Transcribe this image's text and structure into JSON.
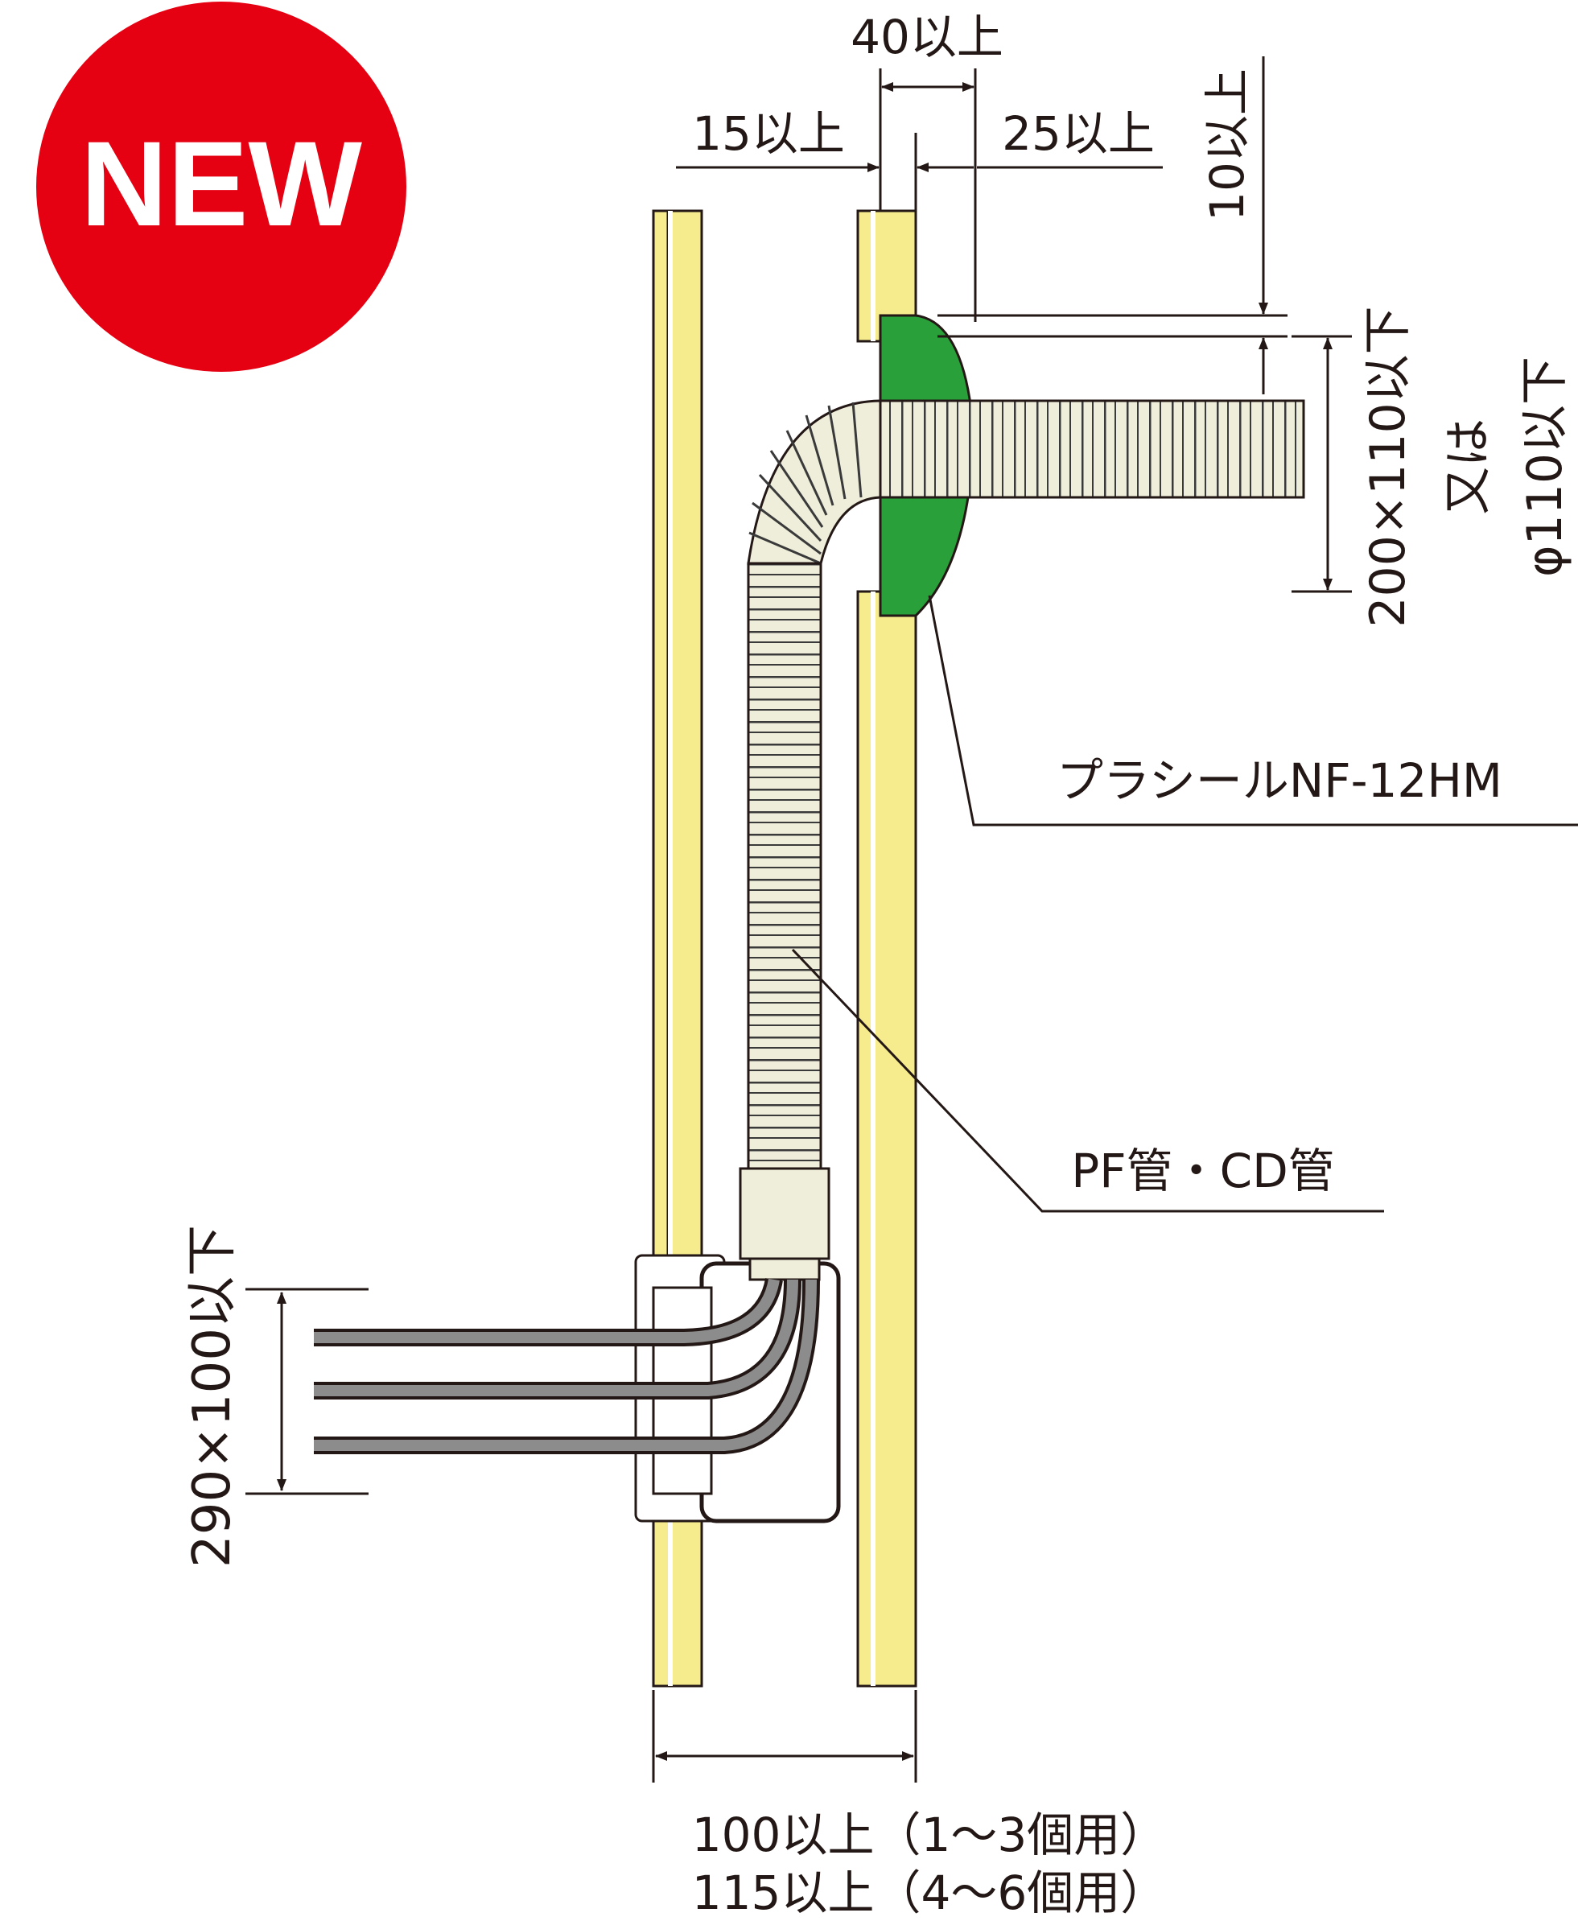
{
  "badge": {
    "text": "NEW",
    "color": "#e50012"
  },
  "colors": {
    "wall": "#f6ec8d",
    "wall_line": "#c9a800",
    "seal": "#2aa03a",
    "pipe": "#efeedb",
    "cable": "#8c8c8c",
    "ink": "#231815"
  },
  "dimensions": {
    "gap_40": "40以上",
    "left_15": "15以上",
    "right_25": "25以上",
    "top_10": "10以上",
    "opening_top": "200×110以下",
    "opening_mid": "又は",
    "opening_bottom": "φ110以下",
    "box_opening": "290×100以下",
    "wall_spacing_1": "100以上（1～3個用）",
    "wall_spacing_2": "115以上（4～6個用）"
  },
  "labels": {
    "sealant": "プラシールNF-12HM",
    "conduit": "PF管・CD管"
  }
}
